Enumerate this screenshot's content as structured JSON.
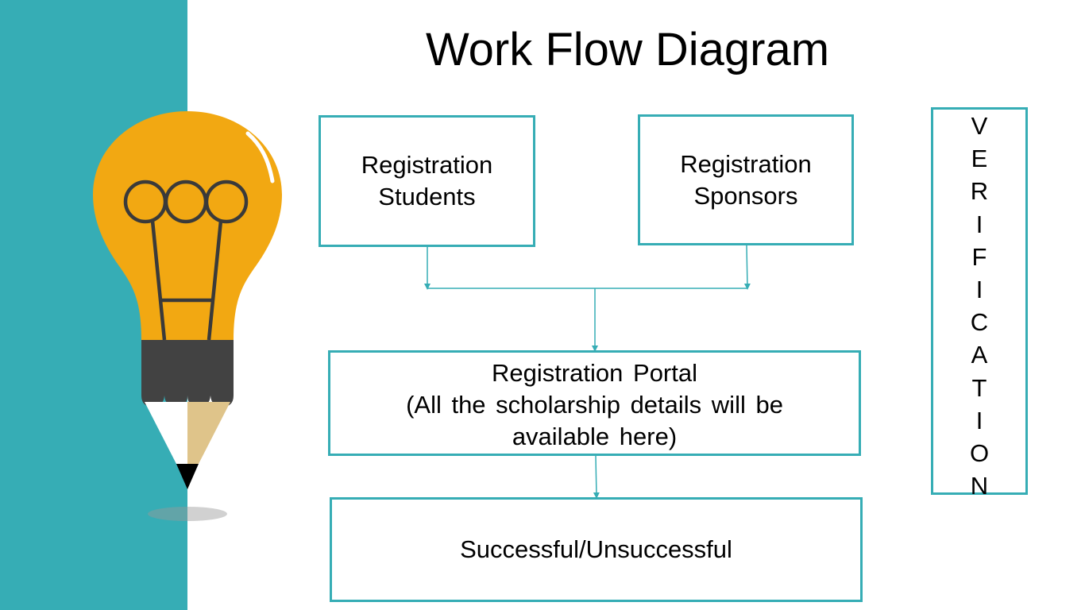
{
  "title": "Work Flow Diagram",
  "colors": {
    "accent": "#36adb5",
    "bulb": "#f2a812",
    "pencil_band": "#424242",
    "pencil_wood": "#dfc48a",
    "background": "#ffffff"
  },
  "illustration": {
    "icon": "lightbulb-pencil-icon"
  },
  "nodes": {
    "students": {
      "line1": "Registration",
      "line2": "Students"
    },
    "sponsors": {
      "line1": "Registration",
      "line2": "Sponsors"
    },
    "portal": {
      "line1": "Registration Portal",
      "line2": "(All the scholarship details will be",
      "line3": "available here)"
    },
    "result": {
      "label": "Successful/Unsuccessful"
    },
    "verification": {
      "letters": [
        "V",
        "E",
        "R",
        "I",
        "F",
        "I",
        "C",
        "A",
        "T",
        "I",
        "O",
        "N"
      ]
    }
  },
  "edges": [
    {
      "from": "students",
      "to": "portal"
    },
    {
      "from": "sponsors",
      "to": "portal"
    },
    {
      "from": "portal",
      "to": "result"
    }
  ]
}
